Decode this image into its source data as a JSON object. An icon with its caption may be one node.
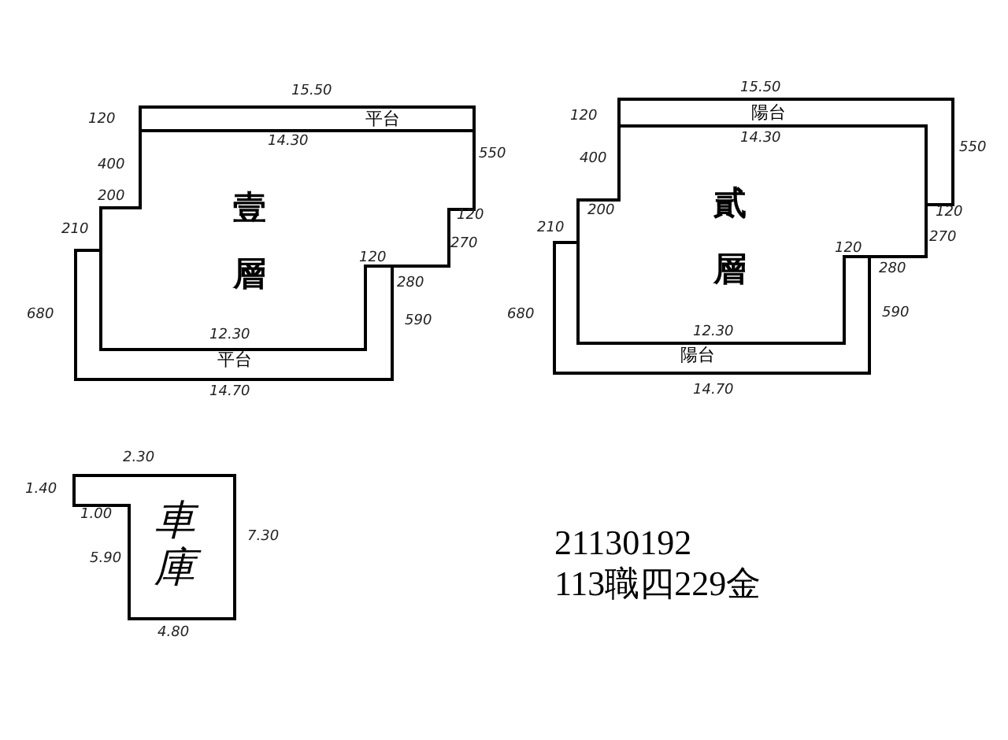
{
  "diagram": {
    "nodes": [
      {
        "text": [
          "平台"
        ]
      },
      {
        "text": [
          "壹層"
        ]
      },
      {
        "text": [
          "平台"
        ]
      },
      {
        "text": [
          "陽台"
        ]
      },
      {
        "text": [
          "貳層"
        ]
      },
      {
        "text": [
          "陽台"
        ]
      },
      {
        "text": [
          "車庫"
        ]
      }
    ],
    "labels": [
      "15.50",
      "120",
      "14.30",
      "400",
      "200",
      "550",
      "210",
      "120",
      "270",
      "120",
      "280",
      "680",
      "590",
      "12.30",
      "14.70",
      "15.50",
      "120",
      "14.30",
      "400",
      "200",
      "210",
      "550",
      "120",
      "270",
      "120",
      "280",
      "680",
      "590",
      "12.30",
      "14.70",
      "2.30",
      "1.40",
      "1.00",
      "5.90",
      "7.30",
      "4.80",
      "21130192",
      "113職四229金"
    ]
  }
}
